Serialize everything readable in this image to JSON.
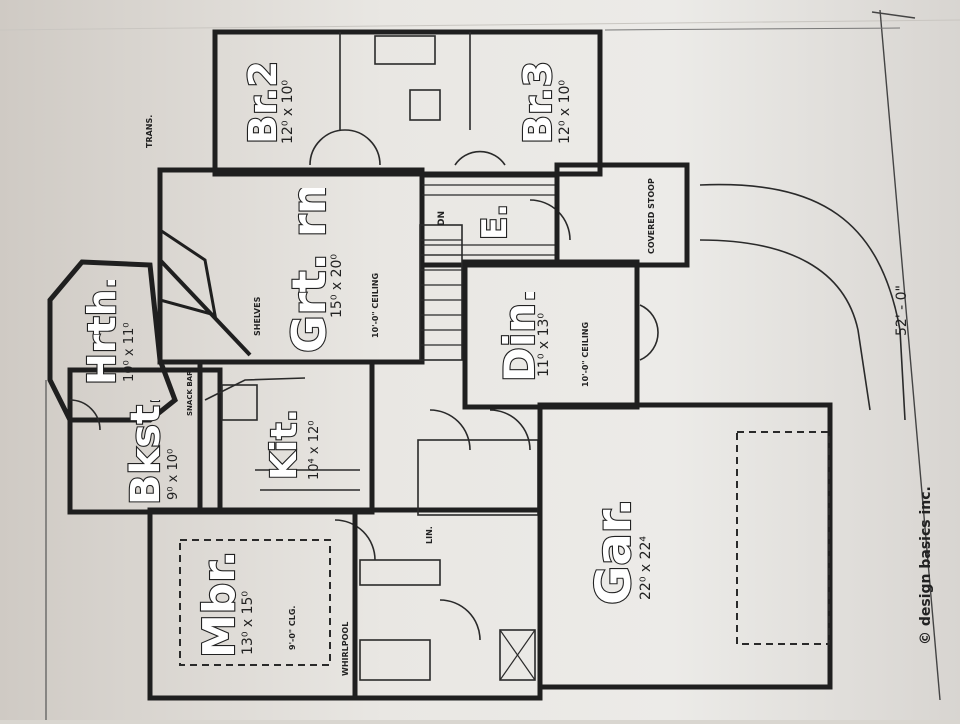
{
  "rooms": {
    "br2": {
      "name": "Br.2",
      "dim": "12⁰ x 10⁰"
    },
    "br3": {
      "name": "Br.3",
      "dim": "12⁰ x 10⁰"
    },
    "grt": {
      "name": "Grt. rm.",
      "dim": "15⁰ x 20⁰",
      "ceiling": "10'-0\" CEILING"
    },
    "din": {
      "name": "Din.",
      "dim": "11⁰ x 13⁰",
      "ceiling": "10'-0\" CEILING"
    },
    "hrth": {
      "name": "Hrth.",
      "dim": "10⁰ x 11⁰"
    },
    "bkst": {
      "name": "Bkst.",
      "dim": "9⁰ x 10⁰"
    },
    "kit": {
      "name": "Kit.",
      "dim": "10⁴ x 12⁰"
    },
    "mbr": {
      "name": "Mbr.",
      "dim": "13⁰ x 15⁰",
      "ceiling": "9'-0\" CLG."
    },
    "gar": {
      "name": "Gar.",
      "dim": "22⁰ x 22⁴"
    },
    "entry": {
      "name": "E."
    }
  },
  "notes": {
    "trans": "TRANS.",
    "shelves": "SHELVES",
    "snack_bar": "SNACK BAR",
    "dn": "DN",
    "covered_stoop": "COVERED STOOP",
    "whirlpool": "WHIRLPOOL",
    "lin": "LIN.",
    "overall": "52' - 0\"",
    "copyright": "© design basics inc."
  }
}
